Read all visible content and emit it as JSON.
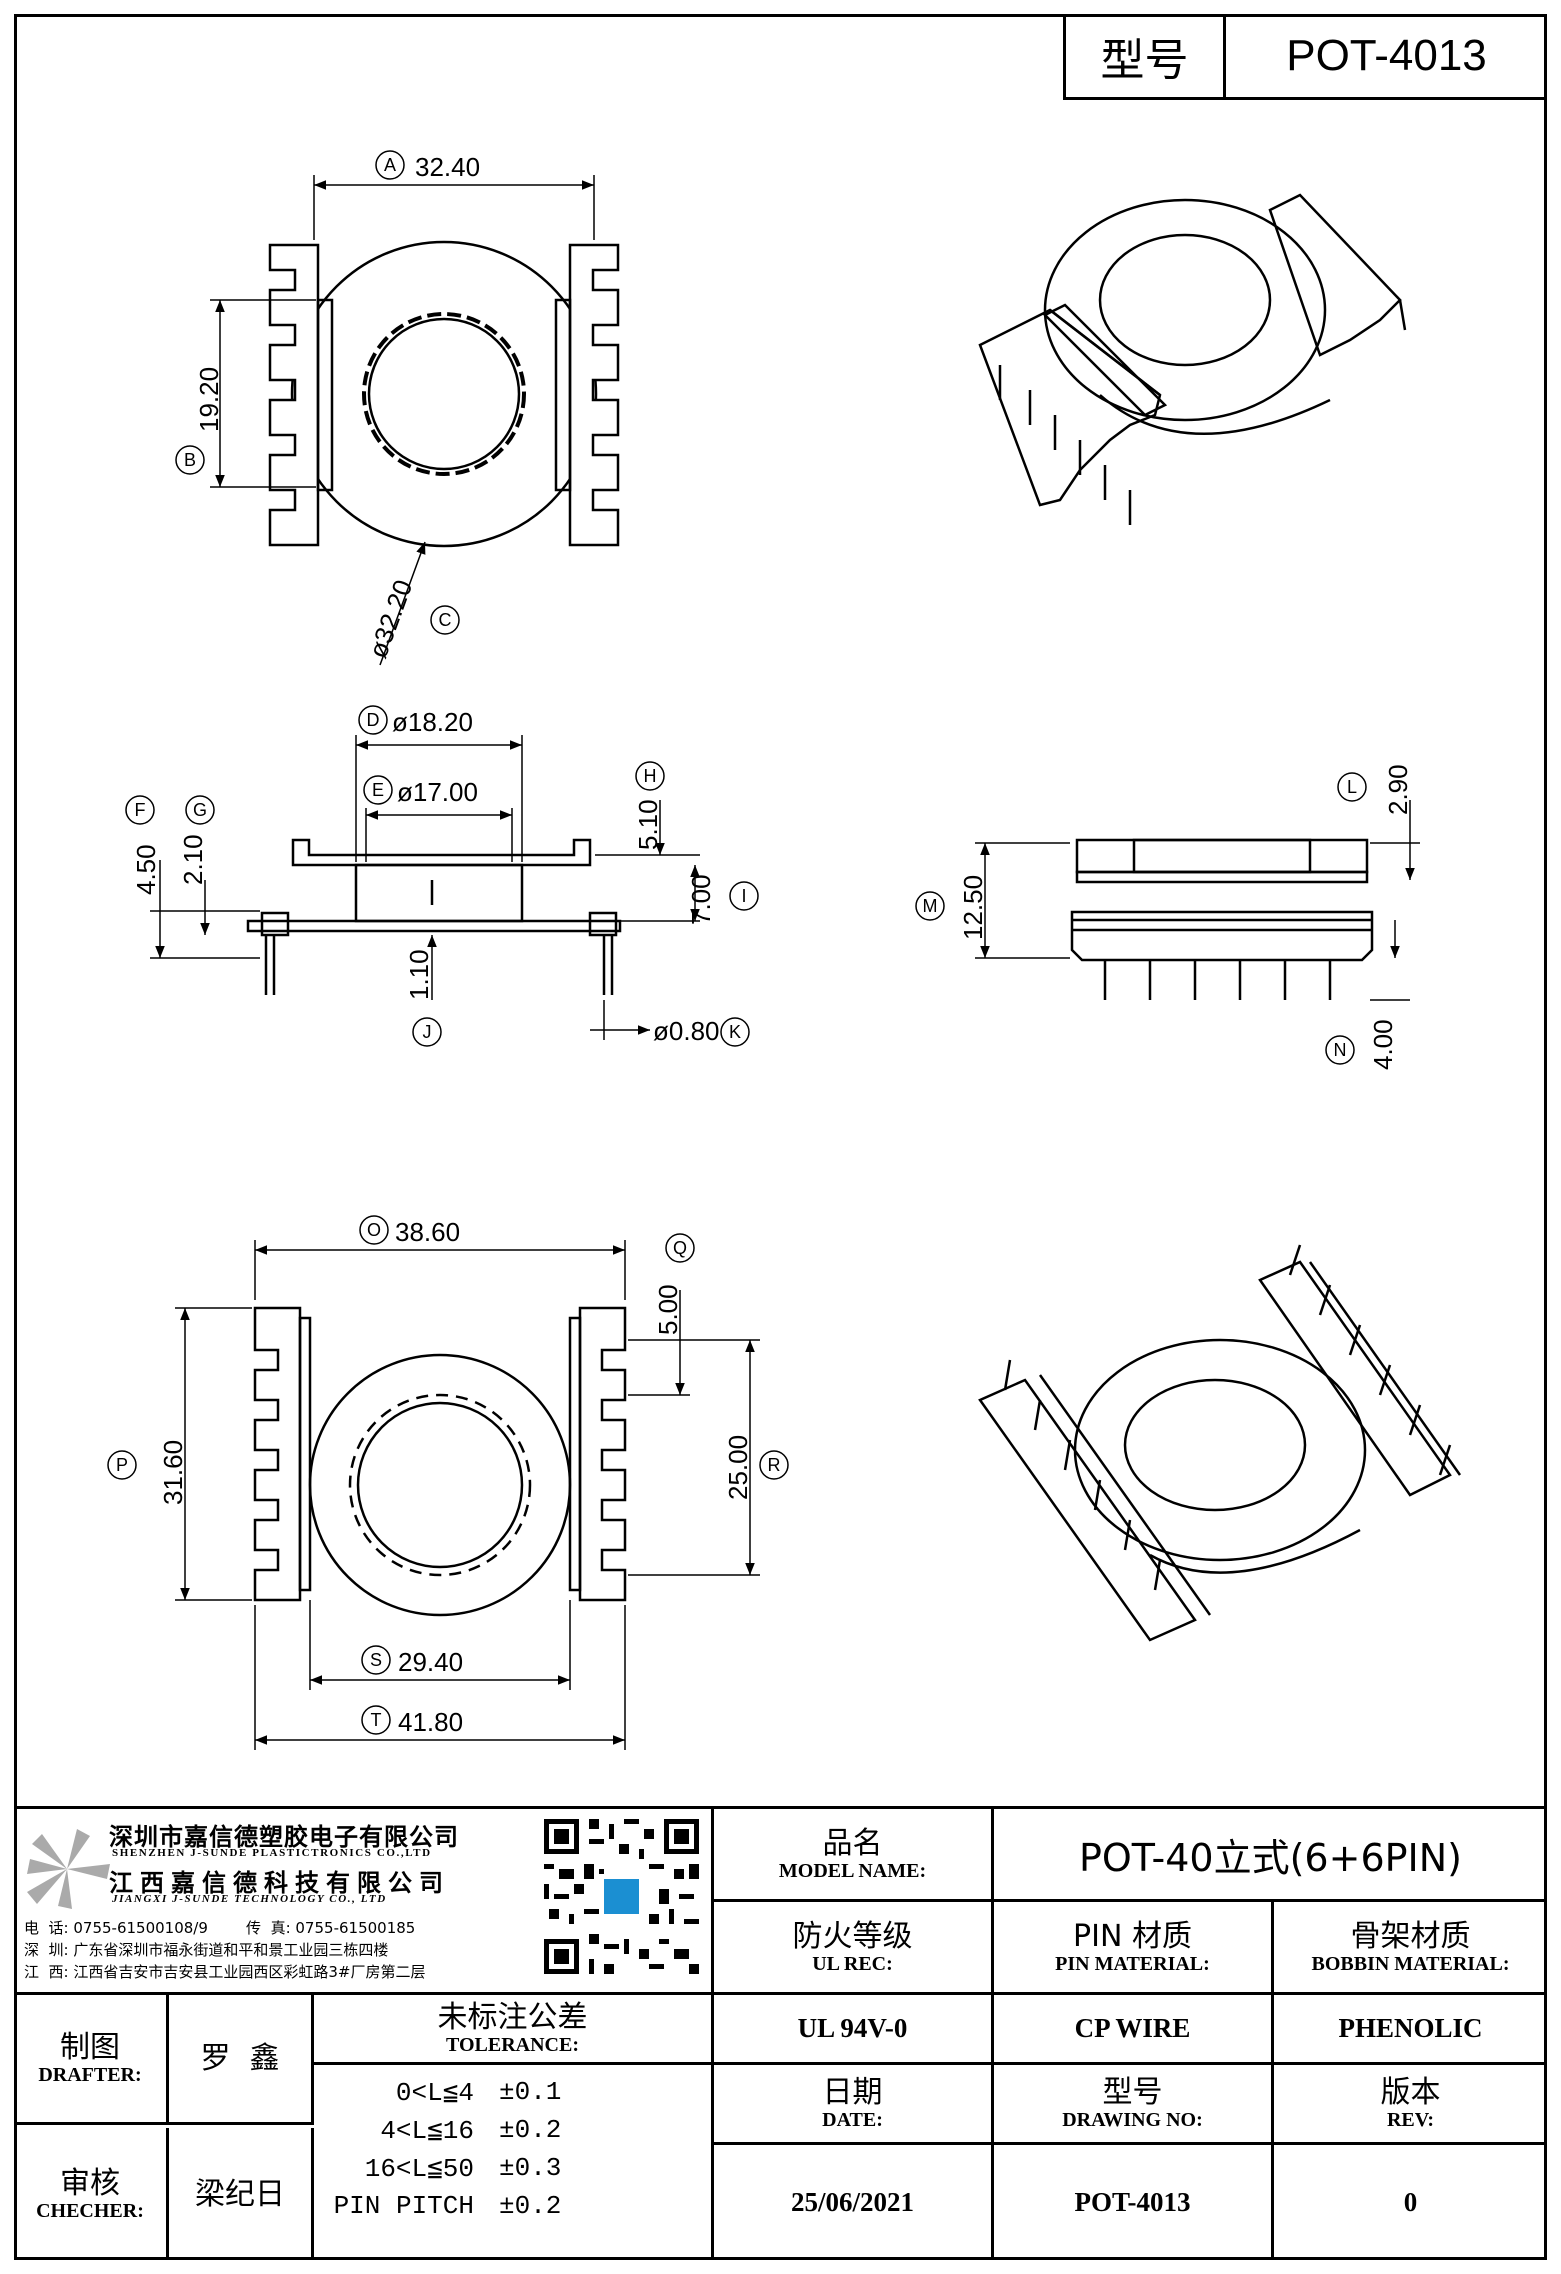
{
  "header": {
    "model_label": "型号",
    "model_value": "POT-4013"
  },
  "dimensions": {
    "A": "32.40",
    "B": "19.20",
    "C": "ø32.20",
    "D": "ø18.20",
    "E": "ø17.00",
    "F": "4.50",
    "G": "2.10",
    "H": "5.10",
    "I": "7.00",
    "J": "1.10",
    "K": "ø0.80",
    "L": "2.90",
    "M": "12.50",
    "N": "4.00",
    "O": "38.60",
    "P": "31.60",
    "Q": "5.00",
    "R": "25.00",
    "S": "29.40",
    "T": "41.80"
  },
  "company": {
    "name_cn_1": "深圳市嘉信德塑胶电子有限公司",
    "name_en_1": "SHENZHEN J-SUNDE PLASTICTRONICS CO.,LTD",
    "name_cn_2": "江西嘉信德科技有限公司",
    "name_en_2": "JIANGXI J-SUNDE TECHNOLOGY CO., LTD",
    "phone_line": "电  话: 0755-61500108/9        传  真: 0755-61500185",
    "addr_sz": "深  圳: 广东省深圳市福永街道和平和景工业园三栋四楼",
    "addr_jx": "江  西: 江西省吉安市吉安县工业园西区彩虹路3#厂房第二层"
  },
  "title_block": {
    "model_name_cn": "品名",
    "model_name_en": "MODEL NAME:",
    "model_name_value": "POT-40立式(6+6PIN)",
    "ul_cn": "防火等级",
    "ul_en": "UL REC:",
    "ul_value": "UL 94V-0",
    "pin_cn": "PIN 材质",
    "pin_en": "PIN MATERIAL:",
    "pin_value": "CP WIRE",
    "bobbin_cn": "骨架材质",
    "bobbin_en": "BOBBIN MATERIAL:",
    "bobbin_value": "PHENOLIC",
    "drafter_cn": "制图",
    "drafter_en": "DRAFTER:",
    "drafter_value": "罗  鑫",
    "checker_cn": "审核",
    "checker_en": "CHECHER:",
    "checker_value": "梁纪日",
    "tol_cn": "未标注公差",
    "tol_en": "TOLERANCE:",
    "tolerances": [
      {
        "range": "0<L≦4",
        "value": "±0.1"
      },
      {
        "range": "4<L≦16",
        "value": "±0.2"
      },
      {
        "range": "16<L≦50",
        "value": "±0.3"
      },
      {
        "range": "PIN PITCH",
        "value": "±0.2"
      }
    ],
    "date_cn": "日期",
    "date_en": "DATE:",
    "date_value": "25/06/2021",
    "drawing_cn": "型号",
    "drawing_en": "DRAWING NO:",
    "drawing_value": "POT-4013",
    "rev_cn": "版本",
    "rev_en": "REV:",
    "rev_value": "0"
  }
}
